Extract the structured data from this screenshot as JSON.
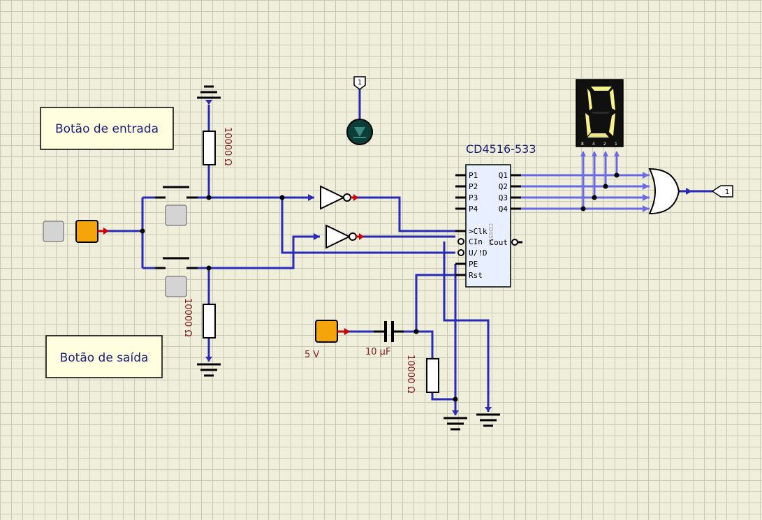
{
  "notes": {
    "input_button": "Botão de entrada",
    "output_button": "Botão de saída"
  },
  "chip": {
    "title": "CD4516-533",
    "part": "CD4516",
    "left_pins": [
      "P1",
      "P2",
      "P3",
      "P4",
      ">Clk",
      "CIn",
      "U/!D",
      "PE",
      "Rst"
    ],
    "right_pins": [
      "Q1",
      "Q2",
      "Q3",
      "Q4",
      "Cout"
    ]
  },
  "components": {
    "r_top": "10000 Ω",
    "r_mid": "10000 Ω",
    "r_bottom": "10000 Ω",
    "source": "5 V",
    "capacitor": "10 µF"
  },
  "probe": {
    "top": "1",
    "right": "1"
  },
  "display": {
    "digit": "0",
    "pins": [
      "8",
      "4",
      "2",
      "1"
    ]
  },
  "colors": {
    "wire": "#2a2ab8",
    "source": "#f5a50a",
    "led": "#0d3d38",
    "segment_on": "#f7f28a",
    "chip_fill": "#e8efff",
    "note_fill": "#ffffe0"
  }
}
